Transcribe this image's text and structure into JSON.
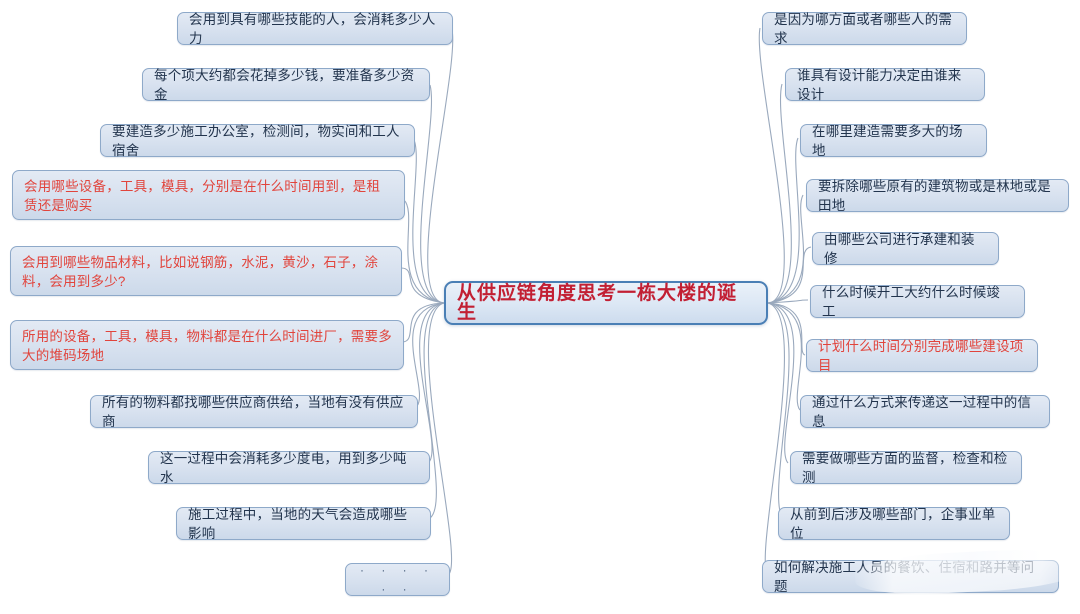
{
  "diagram": {
    "type": "mind-map",
    "title": "从供应链角度思考一栋大楼的诞生",
    "background_color": "#ffffff",
    "node_fill_color": "#dce4ef",
    "node_border_color": "#8ea9c9",
    "node_text_color": "#22344d",
    "highlight_text_color": "#e1443c",
    "center_text_color": "#c21f33",
    "center_border_color": "#4a7fb5",
    "connector_color": "#9aa9bd"
  },
  "center": {
    "label": "从供应链角度思考一栋大楼的诞生"
  },
  "left_branches": [
    {
      "id": "l1",
      "label": "会用到具有哪些技能的人，会消耗多少人力",
      "highlight": false
    },
    {
      "id": "l2",
      "label": "每个项大约都会花掉多少钱，要准备多少资金",
      "highlight": false
    },
    {
      "id": "l3",
      "label": "要建造多少施工办公室，检测间，物实间和工人宿舍",
      "highlight": false
    },
    {
      "id": "l4",
      "label": "会用哪些设备，工具，模具，分别是在什么时间用到，是租赁还是购买",
      "highlight": true
    },
    {
      "id": "l5",
      "label": "会用到哪些物品材料，比如说钢筋，水泥，黄沙，石子，涂料，会用到多少?",
      "highlight": true
    },
    {
      "id": "l6",
      "label": "所用的设备，工具，模具，物料都是在什么时间进厂，需要多大的堆码场地",
      "highlight": true
    },
    {
      "id": "l7",
      "label": "所有的物料都找哪些供应商供给，当地有没有供应商",
      "highlight": false
    },
    {
      "id": "l8",
      "label": "这一过程中会消耗多少度电，用到多少吨水",
      "highlight": false
    },
    {
      "id": "l9",
      "label": "施工过程中，当地的天气会造成哪些影响",
      "highlight": false
    },
    {
      "id": "l10",
      "label": "· · · · · ·",
      "highlight": false
    }
  ],
  "right_branches": [
    {
      "id": "r1",
      "label": "是因为哪方面或者哪些人的需求",
      "highlight": false
    },
    {
      "id": "r2",
      "label": "谁具有设计能力决定由谁来设计",
      "highlight": false
    },
    {
      "id": "r3",
      "label": "在哪里建造需要多大的场地",
      "highlight": false
    },
    {
      "id": "r4",
      "label": "要拆除哪些原有的建筑物或是林地或是田地",
      "highlight": false
    },
    {
      "id": "r5",
      "label": "由哪些公司进行承建和装修",
      "highlight": false
    },
    {
      "id": "r6",
      "label": "什么时候开工大约什么时候竣工",
      "highlight": false
    },
    {
      "id": "r7",
      "label": "计划什么时间分别完成哪些建设项目",
      "highlight": true
    },
    {
      "id": "r8",
      "label": "通过什么方式来传递这一过程中的信息",
      "highlight": false
    },
    {
      "id": "r9",
      "label": "需要做哪些方面的监督，检查和检测",
      "highlight": false
    },
    {
      "id": "r10",
      "label": "从前到后涉及哪些部门，企事业单位",
      "highlight": false
    },
    {
      "id": "r11",
      "label": "如何解决施工人员的餐饮、住宿和路并等问题",
      "highlight": false
    }
  ]
}
